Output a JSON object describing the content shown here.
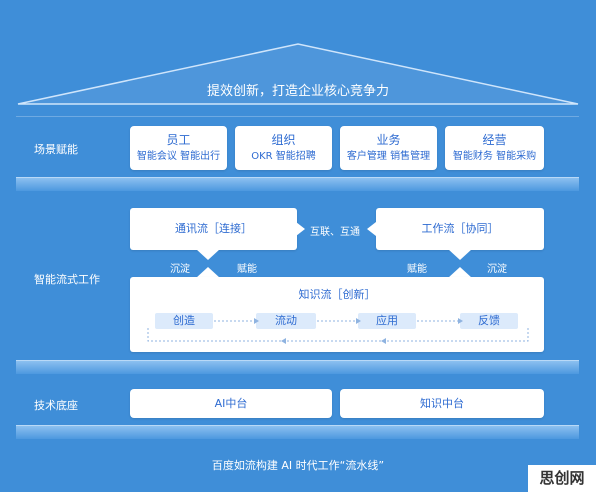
{
  "roof": {
    "title": "提效创新，打造企业核心竞争力"
  },
  "scene": {
    "label": "场景赋能",
    "cards": [
      {
        "title": "员工",
        "sub": "智能会议 智能出行"
      },
      {
        "title": "组织",
        "sub": "OKR 智能招聘"
      },
      {
        "title": "业务",
        "sub": "客户管理 销售管理"
      },
      {
        "title": "经营",
        "sub": "智能财务 智能采购"
      }
    ]
  },
  "flow": {
    "label": "智能流式工作",
    "comm": "通讯流［连接］",
    "work": "工作流［协同］",
    "link": "互联、互通",
    "left_a": "沉淀",
    "left_b": "赋能",
    "right_a": "赋能",
    "right_b": "沉淀",
    "knowledge": "知识流［创新］",
    "steps": [
      "创造",
      "流动",
      "应用",
      "反馈"
    ]
  },
  "base": {
    "label": "技术底座",
    "cards": [
      "AI中台",
      "知识中台"
    ]
  },
  "footer": {
    "caption": "百度如流构建 AI 时代工作“流水线”"
  },
  "watermark": {
    "text": "思创网"
  }
}
